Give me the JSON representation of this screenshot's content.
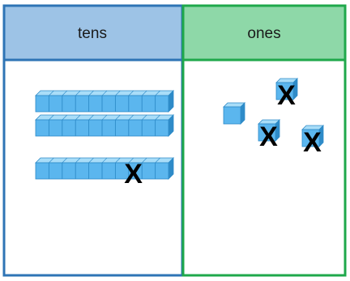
{
  "colors": {
    "tens_header_fill": "#9DC3E6",
    "tens_border": "#2E74B5",
    "ones_header_fill": "#8ED8A8",
    "ones_border": "#1FA84B",
    "block_face": "#5BB6EE",
    "block_top": "#A9DDF8",
    "block_edge": "#2E8BC8"
  },
  "table": {
    "tens_label": "tens",
    "ones_label": "ones"
  },
  "tens": {
    "rods": [
      {
        "cubes": 10,
        "crossed": false
      },
      {
        "cubes": 10,
        "crossed": false
      },
      {
        "cubes": 10,
        "crossed": true
      }
    ],
    "cross_mark": "X"
  },
  "ones": {
    "cubes": [
      {
        "crossed": true
      },
      {
        "crossed": false
      },
      {
        "crossed": true
      },
      {
        "crossed": true
      }
    ],
    "cross_mark": "X"
  }
}
